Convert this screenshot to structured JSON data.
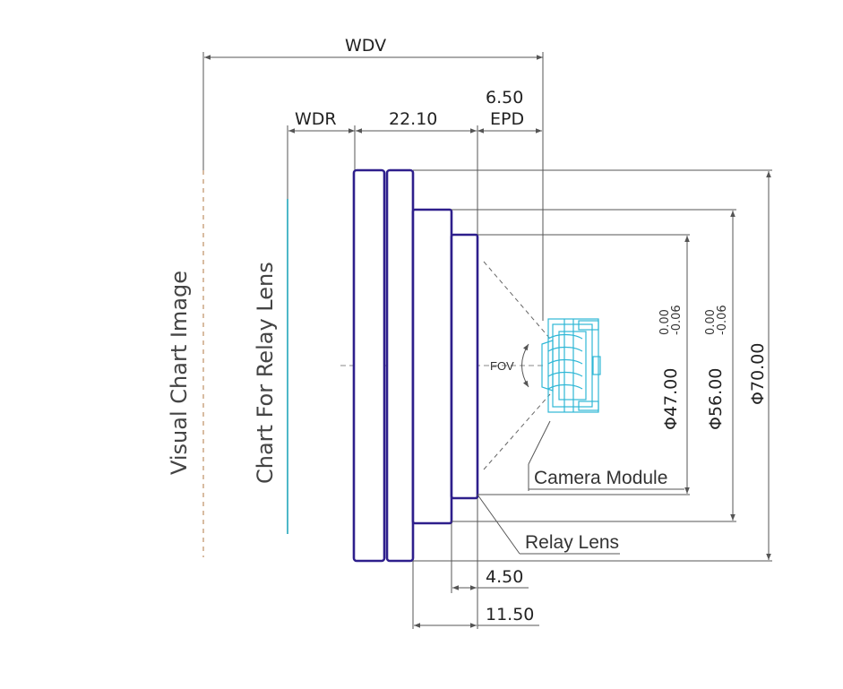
{
  "labels": {
    "wdv": "WDV",
    "wdr": "WDR",
    "dim_22_10": "22.10",
    "dim_6_50": "6.50",
    "epd": "EPD",
    "fov": "FOV",
    "camera_module": "Camera Module",
    "relay_lens": "Relay Lens",
    "dim_4_50": "4.50",
    "dim_11_50": "11.50",
    "visual_chart_image": "Visual Chart Image",
    "chart_for_relay_lens": "Chart For Relay Lens",
    "dia_70": "Φ70.00",
    "dia_56": "Φ56.00",
    "dia_47": "Φ47.00",
    "tol_upper": "0.00",
    "tol_lower": "-0.06"
  },
  "colors": {
    "lens_outline": "#2e1f8c",
    "camera_module": "#2fb7d6",
    "relay_chart_line": "#4fb8c8",
    "visual_chart_line": "#c8a07a",
    "dimension_line": "#555555"
  }
}
